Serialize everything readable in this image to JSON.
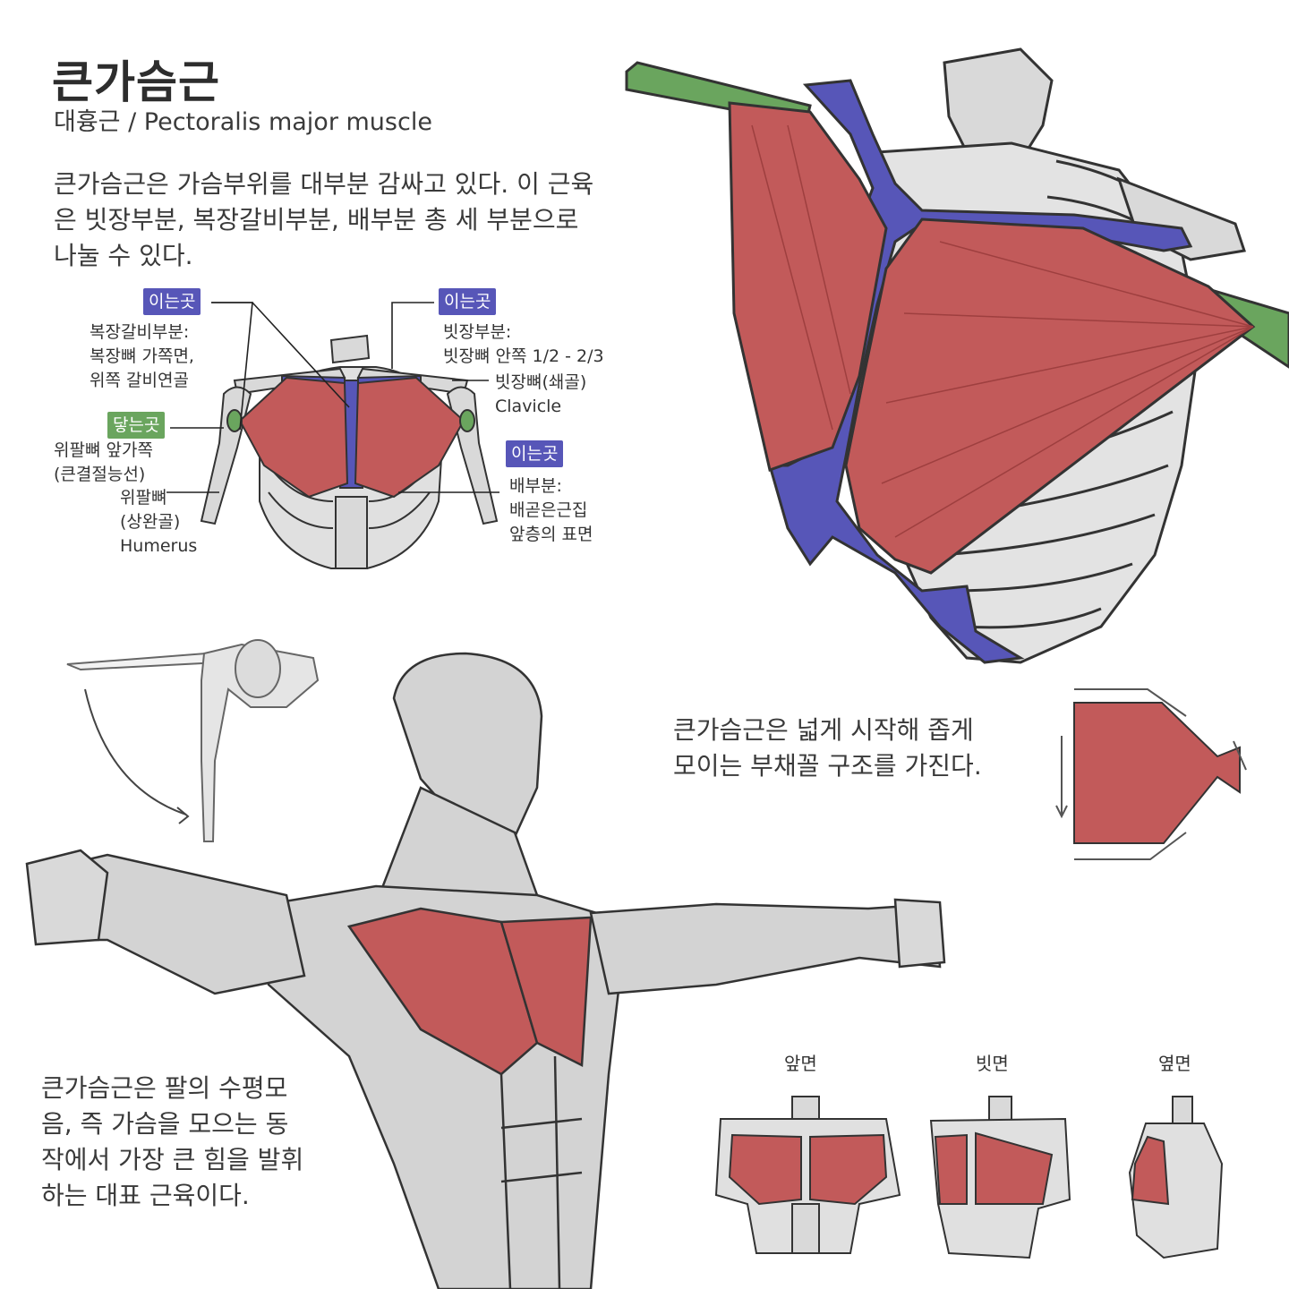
{
  "header": {
    "title": "큰가슴근",
    "subtitle": "대흉근 / Pectoralis major muscle"
  },
  "paragraphs": {
    "intro": [
      "큰가슴근은 가슴부위를 대부분 감싸고 있다. 이 근육",
      "은 빗장부분, 복장갈비부분, 배부분 총 세 부분으로",
      "나눌 수 있다."
    ],
    "fan": [
      "큰가슴근은 넓게 시작해 좁게",
      "모이는 부채꼴 구조를 가진다."
    ],
    "action": [
      "큰가슴근은 팔의 수평모",
      "음, 즉 가슴을 모으는 동",
      "작에서 가장 큰 힘을 발휘",
      "하는 대표 근육이다."
    ]
  },
  "annotations": {
    "sternocostal": {
      "badge": "이는곳",
      "lines": [
        "복장갈비부분:",
        "복장뼈 가쪽면,",
        "위쪽 갈비연골"
      ]
    },
    "clavicular": {
      "badge": "이는곳",
      "lines": [
        "빗장부분:",
        "빗장뼈 안쪽 1/2 - 2/3"
      ]
    },
    "clavicle": {
      "lines": [
        "빗장뼈(쇄골)",
        "Clavicle"
      ]
    },
    "insertion": {
      "badge": "닿는곳",
      "lines": [
        "위팔뼈 앞가쪽",
        "(큰결절능선)"
      ]
    },
    "humerus": {
      "lines": [
        "위팔뼈",
        "(상완골)",
        "Humerus"
      ]
    },
    "abdominal": {
      "badge": "이는곳",
      "lines": [
        "배부분:",
        "배곧은근집",
        "앞층의 표면"
      ]
    }
  },
  "views": {
    "front": "앞면",
    "oblique": "빗면",
    "side": "옆면"
  },
  "colors": {
    "muscle": "#c25a5a",
    "origin": "#5756b8",
    "insertion": "#6aa55e",
    "bone": "#d9d9d9",
    "outline": "#333333"
  }
}
